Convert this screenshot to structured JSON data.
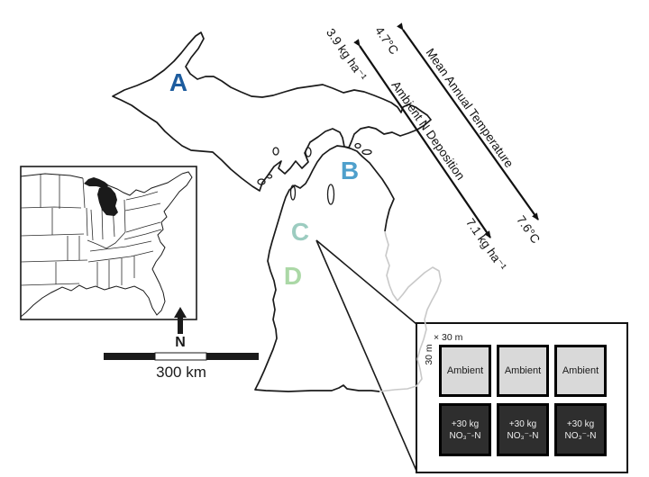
{
  "map": {
    "sites": [
      {
        "label": "A",
        "color": "#1d5c9e"
      },
      {
        "label": "B",
        "color": "#4fa0cc"
      },
      {
        "label": "C",
        "color": "#9cccc0"
      },
      {
        "label": "D",
        "color": "#abd8a6"
      }
    ],
    "north_arrow_label": "N",
    "scale_bar_label": "300 km",
    "outline_color": "#1a1a1a",
    "secondary_outline_color": "#c9c9c9"
  },
  "gradients": {
    "temperature": {
      "label": "Mean Annual Temperature",
      "start": "4.7°C",
      "end": "7.6°C"
    },
    "nitrogen": {
      "label": "Ambient N Deposition",
      "start": "3.9 kg ha⁻¹",
      "end": "7.1 kg ha⁻¹"
    }
  },
  "plot_inset": {
    "plot_size_vertical": "30 m",
    "plot_size_horizontal": "× 30 m",
    "ambient_label": "Ambient",
    "treatment_line1": "+30 kg",
    "treatment_line2": "NO₃⁻-N",
    "ambient_fill": "#d9d9d9",
    "treatment_fill": "#2e2e2e"
  }
}
